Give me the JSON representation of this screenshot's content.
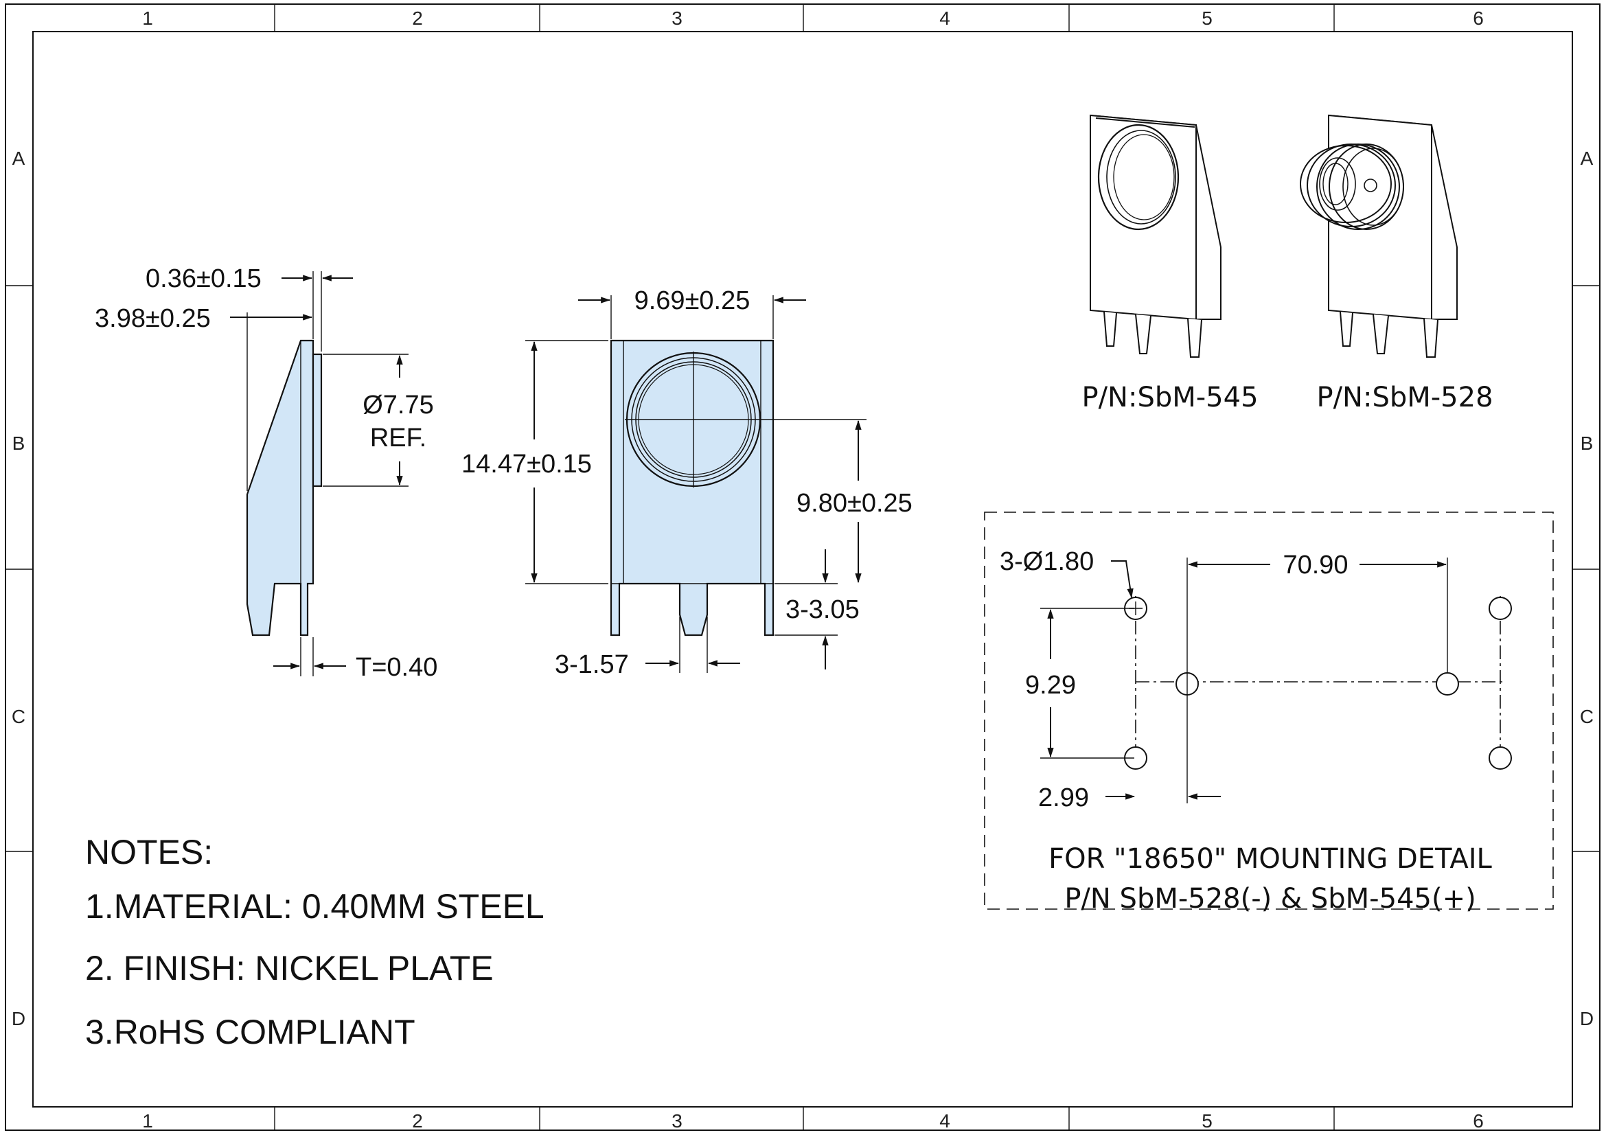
{
  "frame": {
    "columns": [
      "1",
      "2",
      "3",
      "4",
      "5",
      "6"
    ],
    "rows": [
      "A",
      "B",
      "C",
      "D"
    ]
  },
  "side_view": {
    "dim_tab_thickness": "0.36±0.15",
    "dim_depth": "3.98±0.25",
    "dim_diameter": "Ø7.75",
    "dim_diameter_ref": "REF.",
    "dim_thickness": "T=0.40"
  },
  "front_view": {
    "dim_width": "9.69±0.25",
    "dim_height": "14.47±0.15",
    "dim_center_height": "9.80±0.25",
    "dim_pin_length": "3-3.05",
    "dim_pin_width": "3-1.57"
  },
  "iso_views": {
    "label_left": "P/N:SbM-545",
    "label_right": "P/N:SbM-528"
  },
  "mounting": {
    "dim_hole_dia": "3-Ø1.80",
    "dim_spacing": "70.90",
    "dim_vertical": "9.29",
    "dim_offset": "2.99",
    "caption_line1": "FOR \"18650\" MOUNTING DETAIL",
    "caption_line2": "P/N SbM-528(-) & SbM-545(+)"
  },
  "notes": {
    "title": "NOTES:",
    "item1": "1.MATERIAL: 0.40MM STEEL",
    "item2": "2. FINISH: NICKEL PLATE",
    "item3": "3.RoHS COMPLIANT"
  },
  "colors": {
    "part_fill": "#d2e6f7",
    "line": "#111111"
  }
}
